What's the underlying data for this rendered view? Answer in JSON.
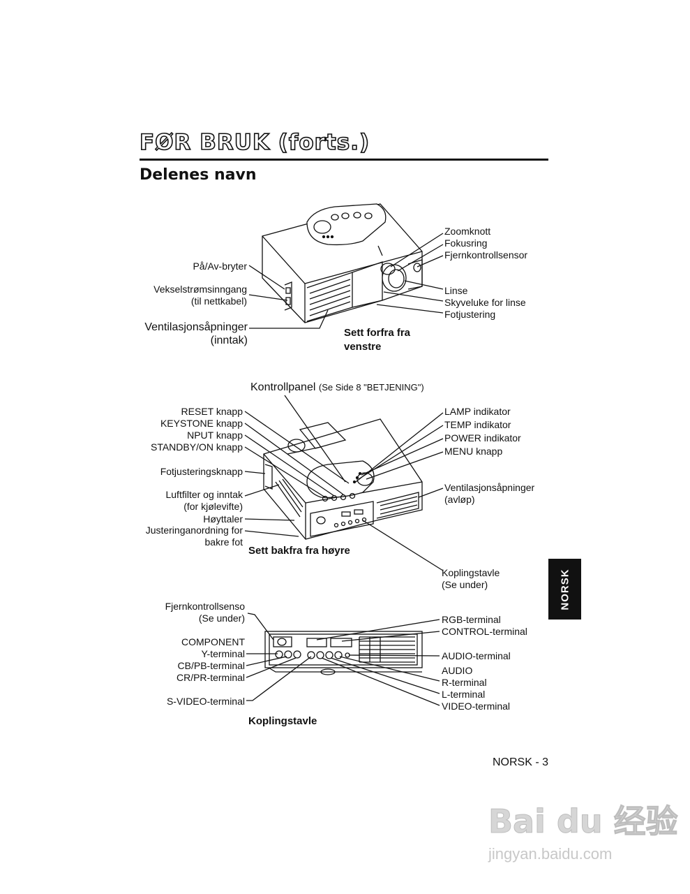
{
  "header": {
    "title": "FØR BRUK (forts.)",
    "subtitle": "Delenes navn"
  },
  "front_view": {
    "caption_line1": "Sett forfra fra",
    "caption_line2": "venstre",
    "labels_left": {
      "power_switch": "På/Av-bryter",
      "ac_inlet_1": "Vekselstrømsinngang",
      "ac_inlet_2": "(til nettkabel)",
      "vent_1": "Ventilasjonsåpninger",
      "vent_2": "(inntak)"
    },
    "labels_right": {
      "zoom": "Zoomknott",
      "focus": "Fokusring",
      "remote_sensor": "Fjernkontrollsensor",
      "lens": "Linse",
      "lens_slide": "Skyveluke for linse",
      "foot": "Fotjustering"
    }
  },
  "rear_view": {
    "caption": "Sett bakfra fra høyre",
    "control_panel": "Kontrollpanel",
    "control_panel_ref": "(Se Side 8 \"BETJENING\")",
    "labels_left": {
      "reset": "RESET knapp",
      "keystone": "KEYSTONE knapp",
      "input": "NPUT knapp",
      "standby": "STANDBY/ON knapp",
      "foot_button": "Fotjusteringsknapp",
      "filter_1": "Luftfilter og inntak",
      "filter_2": "(for kjølevifte)",
      "speaker": "Høyttaler",
      "rear_foot_1": "Justeringanordning for",
      "rear_foot_2": "bakre fot"
    },
    "labels_right": {
      "lamp": "LAMP indikator",
      "temp": "TEMP indikator",
      "power": "POWER indikator",
      "menu": "MENU knapp",
      "vent_1": "Ventilasjonsåpninger",
      "vent_2": "(avløp)",
      "panel_1": "Koplingstavle",
      "panel_2": "(Se under)"
    }
  },
  "connection_panel": {
    "caption": "Koplingstavle",
    "labels_left": {
      "remote_1": "Fjernkontrollsenso",
      "remote_2": "(Se under)",
      "component": "COMPONENT",
      "y": "Y-terminal",
      "cb": "CB/PB-terminal",
      "cr": "CR/PR-terminal",
      "svideo": "S-VIDEO-terminal"
    },
    "labels_right": {
      "rgb": "RGB-terminal",
      "control": "CONTROL-terminal",
      "audio_terminal": "AUDIO-terminal",
      "audio": "AUDIO",
      "r": "R-terminal",
      "l": "L-terminal",
      "video": "VIDEO-terminal"
    }
  },
  "side_tab": "NORSK",
  "footer": {
    "page": "NORSK - 3"
  },
  "watermark": {
    "logo": "Bai du 经验",
    "url": "jingyan.baidu.com"
  }
}
